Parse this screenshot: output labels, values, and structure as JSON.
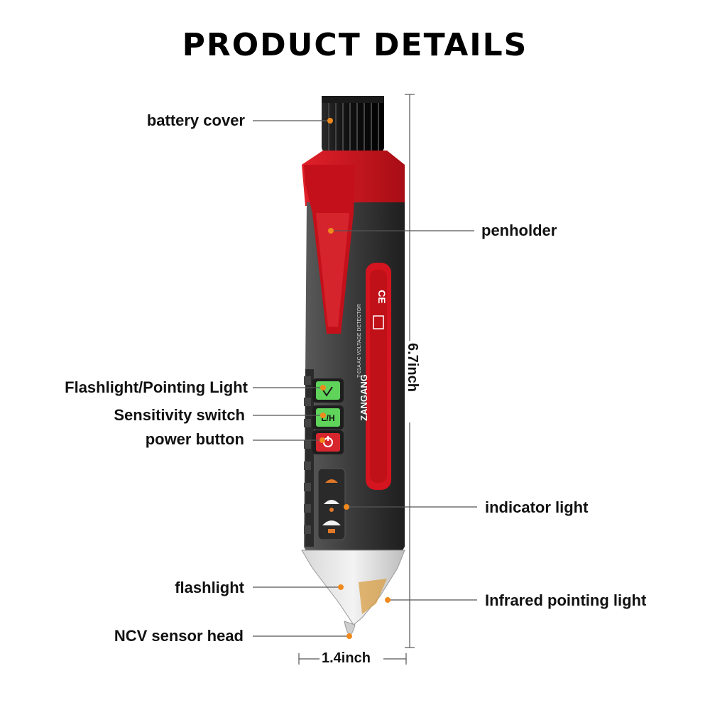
{
  "title": "PRODUCT DETAILS",
  "labels": {
    "battery_cover": "battery cover",
    "penholder": "penholder",
    "flashlight_pointing_light": "Flashlight/Pointing Light",
    "sensitivity_switch": "Sensitivity switch",
    "power_button": "power button",
    "indicator_light": "indicator light",
    "flashlight": "flashlight",
    "infrared_pointing_light": "Infrared pointing light",
    "ncv_sensor_head": "NCV sensor head"
  },
  "dimensions": {
    "length": "6.7inch",
    "width": "1.4inch"
  },
  "device_text": {
    "brand": "ZANGANG",
    "model": "T-01A  AC VOLTAGE DETECTOR",
    "ce_mark": "CE",
    "button_sensitivity": "L/H"
  },
  "colors": {
    "accent_red": "#d4141e",
    "body_dark": "#3a3a3a",
    "button_green": "#5fd35a",
    "leader_orange": "#f08a1c"
  }
}
